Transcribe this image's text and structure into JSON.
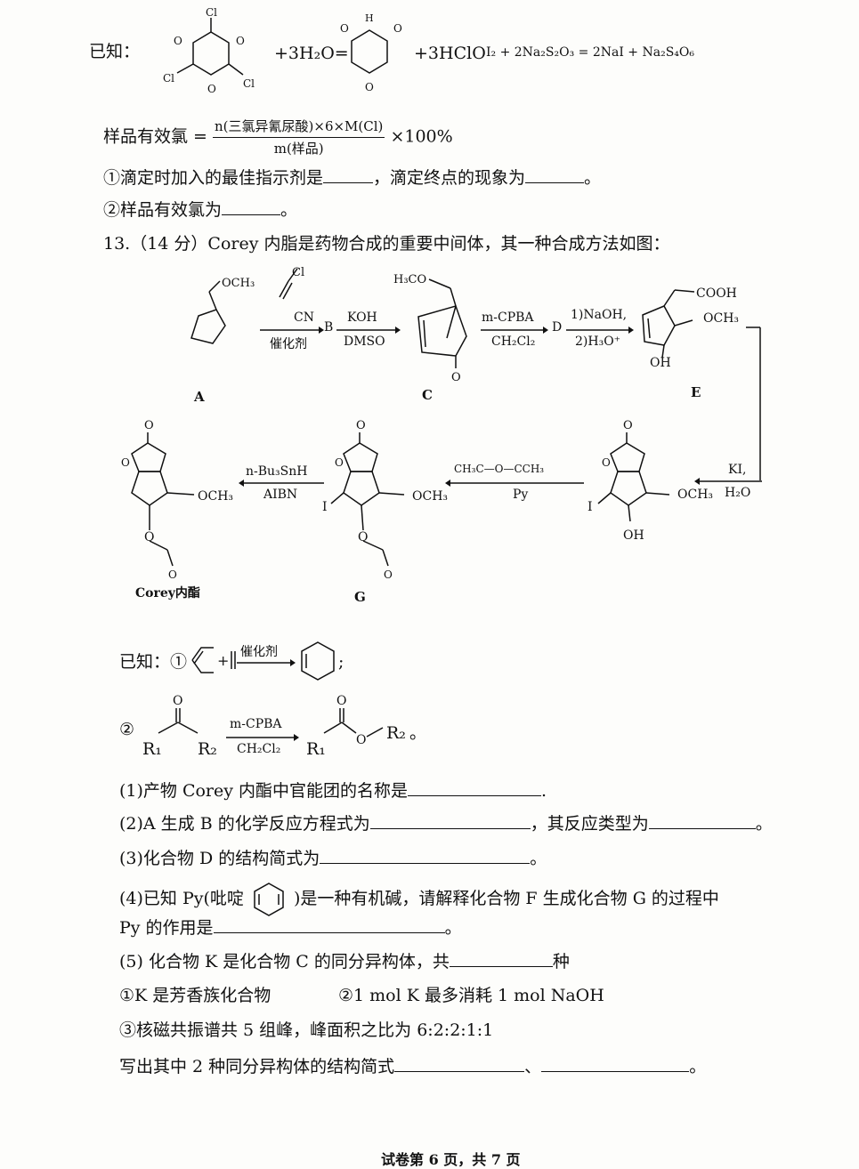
{
  "known_header": "已知：",
  "eq1_plus_water": "+3H₂O=",
  "eq1_plus_hclo": "+3HClO",
  "eq2": "I₂ + 2Na₂S₂O₃ = 2NaI + Na₂S₄O₆",
  "formula": {
    "lhs": "样品有效氯 =",
    "numerator": "n(三氯异氰尿酸)×6×M(Cl)",
    "denominator": "m(样品)",
    "tail": "×100%"
  },
  "q12": {
    "line1_a": "①滴定时加入的最佳指示剂是",
    "line1_b": "，滴定终点的现象为",
    "line1_end": "。",
    "line2_a": "②样品有效氯为",
    "line2_end": "。"
  },
  "q13_title": "13.（14 分）Corey 内脂是药物合成的重要中间体，其一种合成方法如图：",
  "scheme": {
    "reagent_ab_top": "CN",
    "reagent_ab_bottom": "催化剂",
    "label_b": "B",
    "reagent_bc_top": "KOH",
    "reagent_bc_bottom": "DMSO",
    "reagent_cd_top": "m-CPBA",
    "reagent_cd_bottom": "CH₂Cl₂",
    "label_d": "D",
    "reagent_de_top": "1)NaOH,",
    "reagent_de_bottom": "2)H₃O⁺",
    "reagent_ef_top": "KI,",
    "reagent_ef_bottom": "H₂O",
    "reagent_fg_top": "CH₃C—O—CCH₃",
    "reagent_fg_bottom": "Py",
    "reagent_gh_top": "n-Bu₃SnH",
    "reagent_gh_bottom": "AIBN",
    "labels": {
      "a": "A",
      "c": "C",
      "e": "E",
      "g": "G",
      "corey": "Corey内酯"
    },
    "groups": {
      "och3": "OCH₃",
      "h3co": "H₃CO",
      "cooh": "COOH",
      "oh": "OH",
      "cl": "Cl",
      "i": "I",
      "o": "O"
    }
  },
  "known2": {
    "header": "已知：①",
    "catalyst": "催化剂",
    "semicolon": ";",
    "item2_num": "②",
    "reagent_top": "m-CPBA",
    "reagent_bottom": "CH₂Cl₂",
    "r1": "R₁",
    "r2": "R₂",
    "end": "。"
  },
  "questions": {
    "q1_a": "(1)产物 Corey 内酯中官能团的名称是",
    "q1_end": ".",
    "q2_a": "(2)A 生成 B 的化学反应方程式为",
    "q2_b": "，其反应类型为",
    "q2_end": "。",
    "q3_a": "(3)化合物 D 的结构简式为",
    "q3_end": "。",
    "q4_a": "(4)已知 Py(吡啶",
    "q4_b": ")是一种有机碱，请解释化合物 F 生成化合物 G 的过程中",
    "q4_c": "Py 的作用是",
    "q4_end": "。",
    "q5_a": "(5) 化合物 K 是化合物 C 的同分异构体，共",
    "q5_b": "种",
    "cond1": "①K 是芳香族化合物",
    "cond2": "②1 mol K 最多消耗 1 mol NaOH",
    "cond3": "③核磁共振谱共 5 组峰，峰面积之比为 6:2:2:1:1",
    "q5_write": "写出其中 2 种同分异构体的结构简式",
    "q5_sep": "、",
    "q5_end": "。"
  },
  "footer": "试卷第 6 页，共 7 页"
}
